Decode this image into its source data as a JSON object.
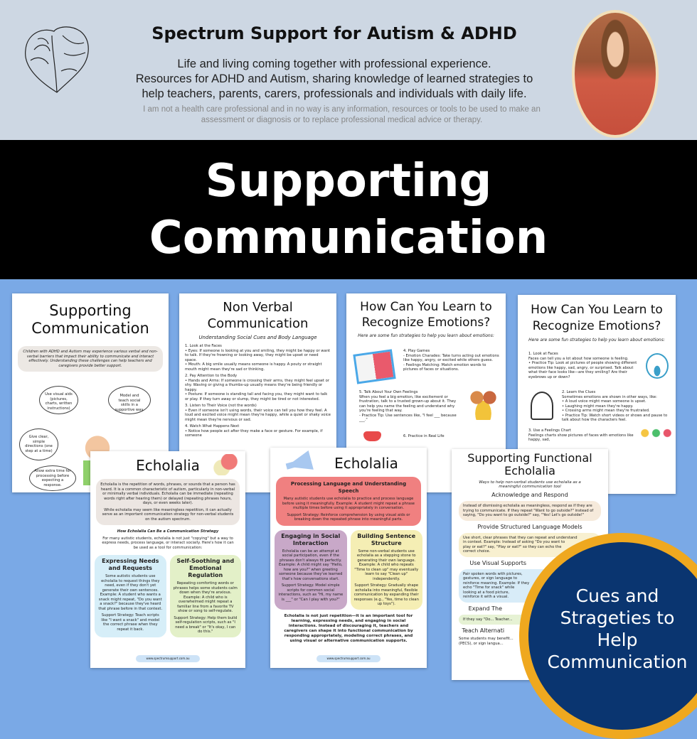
{
  "header": {
    "brand": "Spectrum Support for Autism & ADHD",
    "tagline": [
      "Life and living coming together with professional experience.",
      "Resources for ADHD and Autism, sharing knowledge of learned strategies to",
      "help teachers, parents, carers, professionals and individuals with daily life."
    ],
    "disclaimer": "I am not a health care professional and in no way is any information, resources or tools to be used to make an assessment or diagnosis or to replace professional medical advice or therapy."
  },
  "banner": {
    "line1": "Supporting",
    "line2": "Communication"
  },
  "pages": {
    "p1": {
      "title": "Supporting Communication",
      "intro": "Children with ADHD and Autism may experience various verbal and non-verbal barriers that impact their ability to communicate and interact effectively. Understanding these challenges can help teachers and caregivers provide better support.",
      "bubbles": [
        "Use visual aids (pictures, charts, written instructions)",
        "Model and teach social skills in a supportive way.",
        "Give clear, simple directions (one step at a time)",
        "Allow extra time for processing before expecting a response."
      ]
    },
    "p2": {
      "title": "Non Verbal Communication",
      "subtitle": "Understanding Social Cues and Body Language",
      "items": [
        "1. Look at the Faces",
        "• Eyes: If someone is looking at you and smiling, they might be happy or want to talk. If they're frowning or looking away, they might be upset or need space.",
        "• Mouth: A big smile usually means someone is happy. A pouty or straight mouth might mean they're sad or thinking.",
        "2. Pay Attention to the Body",
        "• Hands and Arms: If someone is crossing their arms, they might feel upset or shy. Waving or giving a thumbs-up usually means they're being friendly or happy.",
        "• Posture: If someone is standing tall and facing you, they might want to talk or play. If they turn away or slump, they might be tired or not interested.",
        "3. Listen to Their Voice (not the words)",
        "• Even if someone isn't using words, their voice can tell you how they feel. A loud and excited voice might mean they're happy, while a quiet or shaky voice might mean they're nervous or sad.",
        "4. Watch What Happens Next",
        "• Notice how people act after they make a face or gesture. For example, if someone"
      ]
    },
    "p3": {
      "title": "How Can You Learn to Recognize Emotions?",
      "subtitle": "Here are some fun strategies to help you learn about emotions:",
      "items": [
        "4. Play Games",
        "- Emotion Charades: Take turns acting out emotions like happy, angry, or excited while others guess.",
        "- Feelings Matching: Match emotion words to pictures of faces or situations.",
        "5. Talk About Your Own Feelings",
        "When you feel a big emotion, like excitement or frustration, talk to a trusted grown-up about it. They can help you name the feeling and understand why you're feeling that way.",
        "- Practice Tip: Use sentences like, \"I feel ___ because ___.\"",
        "6. Practice in Real Life"
      ]
    },
    "p4": {
      "title": "How Can You Learn to Recognize Emotions?",
      "subtitle": "Here are some fun strategies to help you learn about emotions:",
      "items": [
        "1. Look at Faces",
        "Faces can tell you a lot about how someone is feeling.",
        "• Practice Tip: Look at pictures of people showing different emotions like happy, sad, angry, or surprised. Talk about what their face looks like—are they smiling? Are their eyebrows up or down?",
        "2. Learn the Clues",
        "Sometimes emotions are shown in other ways, like:",
        "• A loud voice might mean someone is upset.",
        "• Laughing might mean they're happy.",
        "• Crossing arms might mean they're frustrated.",
        "• Practice Tip: Watch short videos or shows and pause to talk about how the characters feel.",
        "3. Use a Feelings Chart",
        "Feelings charts show pictures of faces with emotions like happy, sad,"
      ]
    },
    "p5": {
      "title": "Echolalia",
      "intro1": "Echolalia is the repetition of words, phrases, or sounds that a person has heard. It is a common characteristic of autism, particularly in non-verbal or minimally verbal individuals. Echolalia can be immediate (repeating words right after hearing them) or delayed (repeating phrases hours, days, or even weeks later).",
      "intro2": "While echolalia may seem like meaningless repetition, it can actually serve as an important communication strategy for non-verbal students on the autism spectrum.",
      "section": "How Echolalia Can Be a Communication Strategy",
      "lead": "For many autistic students, echolalia is not just \"copying\" but a way to express needs, process language, or interact socially. Here's how it can be used as a tool for communication:",
      "box1": {
        "title": "Expressing Needs and Requests",
        "body": "Some autistic students use echolalia to request things they need, even if they don't yet generate their own sentences. Example: A student who wants a snack might repeat, \"Do you want a snack?\" because they've heard that phrase before in that context.",
        "strategy": "Support Strategy: Teach scripts like \"I want a snack\" and model the correct phrase when they repeat it back."
      },
      "box2": {
        "title": "Self-Soothing and Emotional Regulation",
        "body": "Repeating comforting words or phrases helps some students calm down when they're anxious. Example: A child who is overwhelmed might repeat a familiar line from a favorite TV show or song to self-regulate.",
        "strategy": "Support Strategy: Help them build self-regulation scripts, such as \"I need a break\" or \"It's okay, I can do this.\""
      },
      "footer": "www.spectrumsupport.com.au"
    },
    "p6": {
      "title": "Echolalia",
      "box1": {
        "title": "Processing Language and Understanding Speech",
        "body": "Many autistic students use echolalia to practice and process language before using it meaningfully. Example: A student might repeat a phrase multiple times before using it appropriately in conversation.",
        "strategy": "Support Strategy: Reinforce comprehension by using visual aids or breaking down the repeated phrase into meaningful parts."
      },
      "box2": {
        "title": "Engaging in Social Interaction",
        "body": "Echolalia can be an attempt at social participation, even if the phrases don't always fit perfectly. Example: A child might say \"Hello, how are you?\" when greeting someone because they've learned that's how conversations start.",
        "strategy": "Support Strategy: Model simple scripts for common social interactions, such as \"Hi, my name is ___\" or \"Can I play with you?\""
      },
      "box3": {
        "title": "Building Sentence Structure",
        "body": "Some non-verbal students use echolalia as a stepping stone to generating their own language. Example: A child who repeats \"Time to clean up\" may eventually learn to say \"Clean up\" independently.",
        "strategy": "Support Strategy: Gradually shape echolalia into meaningful, flexible communication by expanding their responses (e.g., \"Yes, time to clean up toys\")."
      },
      "closing": "Echolalia is not just repetition—it is an important tool for learning, expressing needs, and engaging in social interactions. Instead of discouraging it, teachers and caregivers can shape it into functional communication by responding appropriately, modeling correct phrases, and using visual or alternative communication supports.",
      "footer": "www.spectrumsupport.com.au"
    },
    "p7": {
      "title": "Supporting Functional Echolalia",
      "subtitle": "Ways to help non-verbal students use echolalia as a meaningful communication tool",
      "sections": [
        {
          "title": "Acknowledge and Respond",
          "body": "Instead of dismissing echolalia as meaningless, respond as if they are trying to communicate. If they repeat \"Want to go outside?\" instead of saying, \"Do you want to go outside?\" say, \"Yes! Let's go outside!\""
        },
        {
          "title": "Provide Structured Language Models",
          "body": "Use short, clear phrases that they can repeat and understand in context. Example: Instead of asking \"Do you want to play or eat?\" say, \"Play or eat?\" so they can echo the correct choice."
        },
        {
          "title": "Use Visual Supports",
          "body": "Pair spoken words with pictures, gestures, or sign language to reinforce meaning. Example: If they echo \"Time for snack\" while looking at a food picture, reinforce it with a visual."
        },
        {
          "title": "Expand The",
          "body": "If they say \"Do... Teacher..."
        },
        {
          "title": "Teach Alternati",
          "body": "Some students may benefit... (PECS), or sign langua..."
        }
      ]
    }
  },
  "badge": {
    "text": "Cues and Strageties to Help Communication"
  },
  "colors": {
    "header_bg": "#cdd7e3",
    "banner_bg": "#000000",
    "page_bg": "#7aa9e6",
    "badge_navy": "#0a3570",
    "badge_ring": "#efa81f"
  }
}
